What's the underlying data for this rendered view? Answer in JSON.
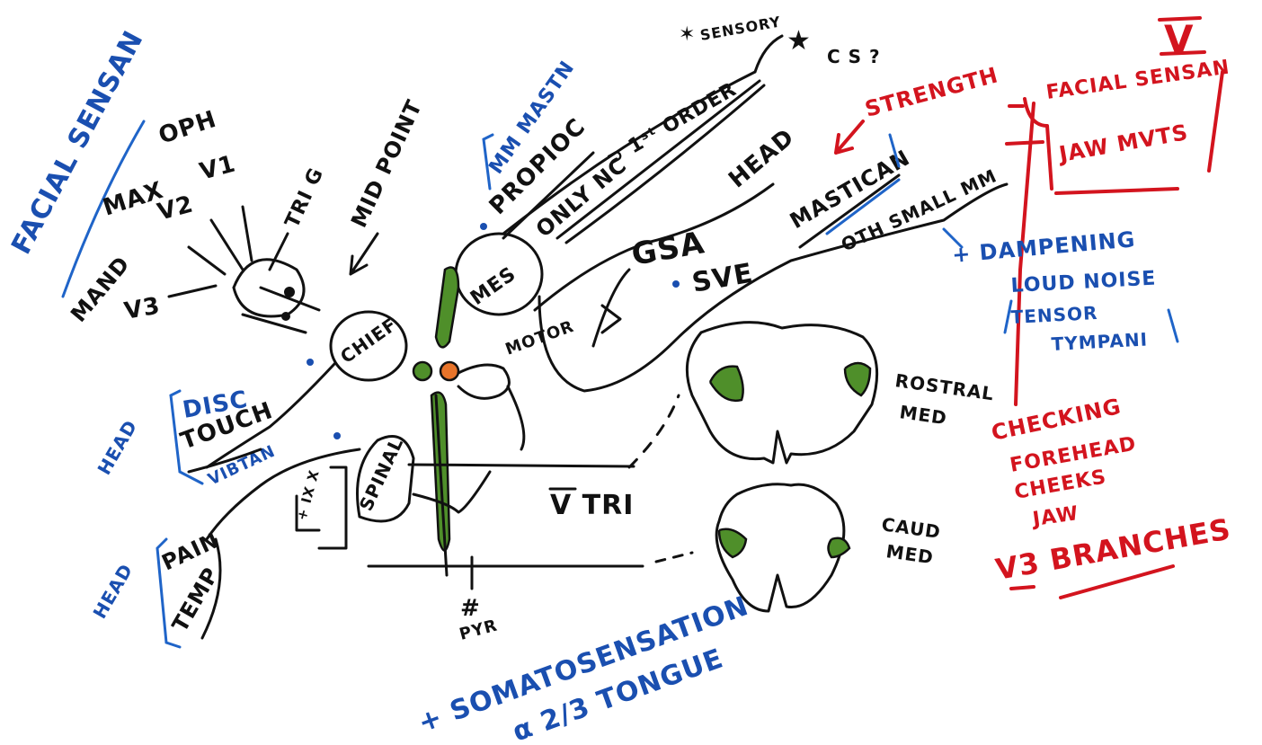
{
  "labels": {
    "facial_sensation_blue": "FACIAL SENSAN",
    "max": "MAX",
    "oph": "OPH",
    "v2": "V2",
    "v1": "V1",
    "mand": "MAND",
    "v3": "V3",
    "tri_g": "TRI G",
    "midpoint": "MID POINT",
    "chief": "CHIEF",
    "mes": "MES",
    "motor": "MOTOR",
    "spinal": "SPINAL",
    "cn_box": "+ IX X",
    "head_disc": "HEAD",
    "disc": "DISC",
    "touch": "TOUCH",
    "vibration": "VIBTAN",
    "head_pain": "HEAD",
    "pain": "PAIN",
    "temp": "TEMP",
    "mm_mastn": "MM MASTN",
    "propioc": "PROPIOC",
    "only_nc": "ONLY NC",
    "outside_cns": "⊃ 1ˢᵗ ORDER",
    "sensory": "SENSORY",
    "sensory_star": "★",
    "c_s": "C S ?",
    "gsa": "GSA",
    "head_gsa": "HEAD",
    "sve": "SVE",
    "mastican": "MASTICAN",
    "oth_small_mm": "OTH SMALL MM",
    "strength": "STRENGTH",
    "v_roman": "V",
    "facial_sensan_red": "FACIAL SENSAN",
    "jaw_mvts": "JAW MVTS",
    "dampening": "+ DAMPENING",
    "loud_noise": "LOUD NOISE",
    "tensor": "TENSOR",
    "tympani": "TYMPANI",
    "checking": "CHECKING",
    "forehead": "FOREHEAD",
    "cheeks": "CHEEKS",
    "jaw": "JAW",
    "v3_branches": "V3 BRANCHES",
    "v_tri": "V TRI",
    "rostral_med": "ROSTRAL",
    "med_1": "MED",
    "caud_med": "CAUD",
    "med_2": "MED",
    "pyr": "PYR",
    "somatosensation": "+ SOMATOSENSATION",
    "tongue": "α 2/3 TONGUE"
  },
  "colors": {
    "black_ink": "#111111",
    "blue_ink": "#1a4fb0",
    "red_ink": "#d3141e",
    "green_fill": "#4f8f2a",
    "orange_dot": "#e8742a"
  }
}
